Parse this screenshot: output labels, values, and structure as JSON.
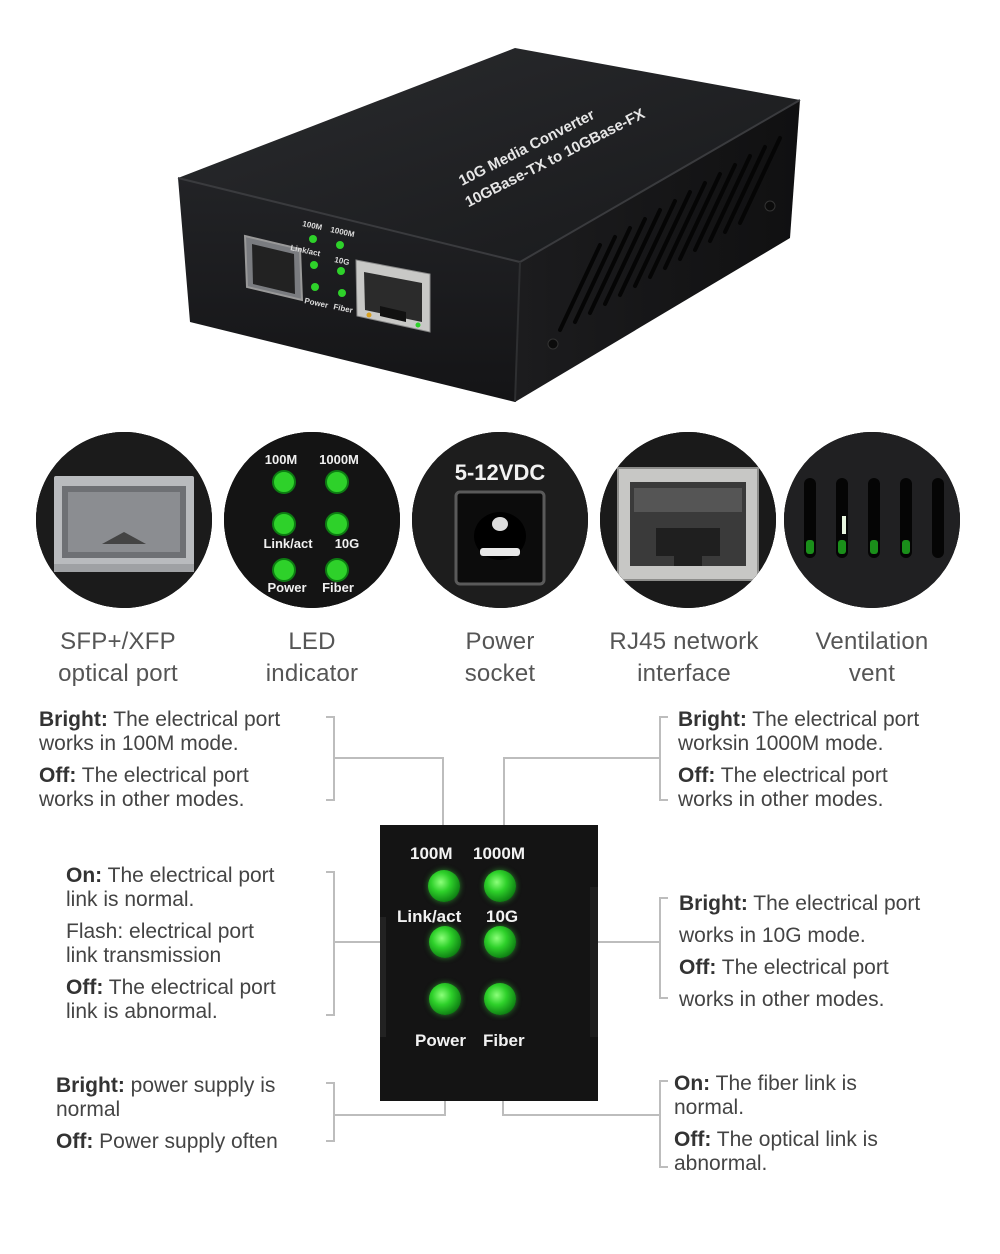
{
  "product": {
    "top_label_line1": "10G Media Converter",
    "top_label_line2": "10GBase-TX to 10GBase-FX",
    "led_labels": [
      "100M",
      "1000M",
      "Link/act",
      "10G",
      "Power",
      "Fiber"
    ]
  },
  "features": [
    {
      "name": "SFP+/XFP optical port",
      "caption_line1": "SFP+/XFP",
      "caption_line2": "optical port"
    },
    {
      "name": "LED indicator",
      "caption_line1": "LED",
      "caption_line2": "indicator",
      "circle_labels": [
        "100M",
        "1000M",
        "Link/act",
        "10G",
        "Power",
        "Fiber"
      ]
    },
    {
      "name": "Power socket",
      "caption_line1": "Power",
      "caption_line2": "socket",
      "circle_label": "5-12VDC"
    },
    {
      "name": "RJ45 network interface",
      "caption_line1": "RJ45 network",
      "caption_line2": "interface"
    },
    {
      "name": "Ventilation vent",
      "caption_line1": "Ventilation",
      "caption_line2": "vent"
    }
  ],
  "panel": {
    "labels": {
      "l100m": "100M",
      "l1000m": "1000M",
      "linkact": "Link/act",
      "l10g": "10G",
      "power": "Power",
      "fiber": "Fiber"
    }
  },
  "descriptions": {
    "d100m": {
      "bright_k": "Bright:",
      "bright_1": " The electrical port",
      "bright_2": "works in 100M mode.",
      "off_k": "Off:",
      "off_1": " The electrical port",
      "off_2": "works in other modes."
    },
    "d1000m": {
      "bright_k": "Bright:",
      "bright_1": " The electrical port",
      "bright_2": "worksin 1000M mode.",
      "off_k": "Off:",
      "off_1": " The electrical port",
      "off_2": "works in other modes."
    },
    "dlink": {
      "on_k": "On:",
      "on_1": " The electrical port",
      "on_2": "link is normal.",
      "flash_1": "Flash: electrical port",
      "flash_2": "link transmission",
      "off_k": "Off:",
      "off_1": " The electrical port",
      "off_2": "link is abnormal."
    },
    "d10g": {
      "bright_k": "Bright:",
      "bright_1": " The electrical port",
      "bright_2": "works in 10G mode.",
      "off_k": "Off:",
      "off_1": " The electrical port",
      "off_2": "works in other modes."
    },
    "dpower": {
      "bright_k": "Bright:",
      "bright_1": " power supply is",
      "bright_2": "normal",
      "off_k": "Off:",
      "off_1": " Power supply often"
    },
    "dfiber": {
      "on_k": "On:",
      "on_1": " The fiber link is",
      "on_2": "normal.",
      "off_k": "Off:",
      "off_1": " The optical link is",
      "off_2": "abnormal."
    }
  },
  "colors": {
    "led_green": "#2ed12a",
    "device_body": "#1f1f21",
    "text": "#444444",
    "leader_line": "#bdbdbd"
  }
}
